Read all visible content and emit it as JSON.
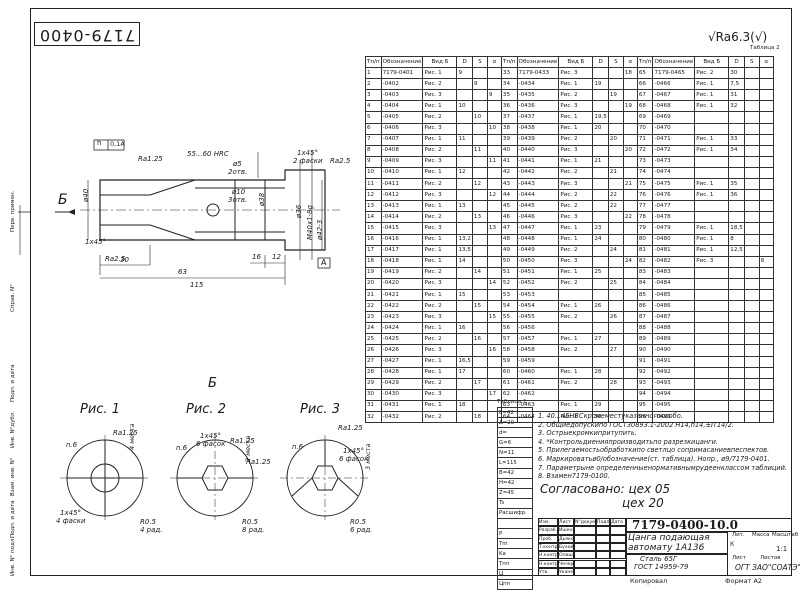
{
  "corner_stamp": "7179-0400",
  "roughness": {
    "symbol": "√",
    "value": "Ra6.3",
    "rest": "(√)"
  },
  "table_caption": "Таблица 2",
  "section_view": {
    "section_label": "Б",
    "section_marker": "A",
    "hardness_note": "55...60 HRC",
    "labels": {
      "tol_h": "h",
      "tol_box": "0,1A",
      "ra_top": "Ra1.25",
      "ra_right": "Ra2.5",
      "ra_left": "Ra2.5",
      "chamfer_top": "1x45°",
      "chamfer_top2": "2 фаски",
      "chamfer_left": "1x45°",
      "holes_top": "ø5",
      "holes_top2": "2отв.",
      "holes_mid": "ø10",
      "holes_mid2": "3отв.",
      "d_left": "ø40",
      "d_mid": "ø38",
      "d_mid2": "ø36",
      "d_thread": "M40x1-8g",
      "d_right": "ø42-3",
      "dim_30": "30",
      "dim_63": "63",
      "dim_115": "115",
      "dim_16": "16",
      "dim_12": "12"
    }
  },
  "figures_caption": "Б",
  "figures": [
    {
      "title": "Рис. 1",
      "ra": "Ra1.25",
      "n": "n.6",
      "chamfer": "1x45°",
      "chamfer2": "4 фаски",
      "r": "R0.5",
      "r2": "4 рад.",
      "count": "4 места"
    },
    {
      "title": "Рис. 2",
      "ra": "Ra1.25",
      "ra2": "Ra1.25",
      "n": "n.6",
      "chamfer": "1x45°",
      "chamfer2": "6 фасок",
      "r": "R0.5",
      "r2": "8 рад.",
      "count": "2 места"
    },
    {
      "title": "Рис. 3",
      "ra": "Ra1.25",
      "n": "n.6",
      "chamfer": "1x45°",
      "chamfer2": "6 фасок",
      "r": "R0.5",
      "r2": "6 рад.",
      "count": "3 места"
    }
  ],
  "spec_headers": [
    "Ƭп/п",
    "Обозначение",
    "Вид Б",
    "D",
    "S",
    "α"
  ],
  "spec_rows": [
    [
      "1",
      "7179-0401",
      "Рис. 1",
      "9",
      "",
      ""
    ],
    [
      "2",
      "-0402",
      "Рис. 2",
      "",
      "9",
      ""
    ],
    [
      "3",
      "-0403",
      "Рис. 3",
      "",
      "",
      "9"
    ],
    [
      "4",
      "-0404",
      "Рис. 1",
      "10",
      "",
      ""
    ],
    [
      "5",
      "-0405",
      "Рис. 2",
      "",
      "10",
      ""
    ],
    [
      "6",
      "-0406",
      "Рис. 3",
      "",
      "",
      "10"
    ],
    [
      "7",
      "-0407",
      "Рис. 1",
      "11",
      "",
      ""
    ],
    [
      "8",
      "-0408",
      "Рис. 2",
      "",
      "11",
      ""
    ],
    [
      "9",
      "-0409",
      "Рис. 3",
      "",
      "",
      "11"
    ],
    [
      "10",
      "-0410",
      "Рис. 1",
      "12",
      "",
      ""
    ],
    [
      "11",
      "-0411",
      "Рис. 2",
      "",
      "12",
      ""
    ],
    [
      "12",
      "-0412",
      "Рис. 3",
      "",
      "",
      "12"
    ],
    [
      "13",
      "-0413",
      "Рис. 1",
      "13",
      "",
      ""
    ],
    [
      "14",
      "-0414",
      "Рис. 2",
      "",
      "13",
      ""
    ],
    [
      "15",
      "-0415",
      "Рис. 3",
      "",
      "",
      "13"
    ],
    [
      "16",
      "-0416",
      "Рис. 1",
      "13,2",
      "",
      ""
    ],
    [
      "17",
      "-0417",
      "Рис. 1",
      "13,5",
      "",
      ""
    ],
    [
      "18",
      "-0418",
      "Рис. 1",
      "14",
      "",
      ""
    ],
    [
      "19",
      "-0419",
      "Рис. 2",
      "",
      "14",
      ""
    ],
    [
      "20",
      "-0420",
      "Рис. 3",
      "",
      "",
      "14"
    ],
    [
      "21",
      "-0421",
      "Рис. 1",
      "15",
      "",
      ""
    ],
    [
      "22",
      "-0422",
      "Рис. 2",
      "",
      "15",
      ""
    ],
    [
      "23",
      "-0423",
      "Рис. 3",
      "",
      "",
      "15"
    ],
    [
      "24",
      "-0424",
      "Рис. 1",
      "16",
      "",
      ""
    ],
    [
      "25",
      "-0425",
      "Рис. 2",
      "",
      "16",
      ""
    ],
    [
      "26",
      "-0426",
      "Рис. 3",
      "",
      "",
      "16"
    ],
    [
      "27",
      "-0427",
      "Рис. 1",
      "16,5",
      "",
      ""
    ],
    [
      "28",
      "-0428",
      "Рис. 1",
      "17",
      "",
      ""
    ],
    [
      "29",
      "-0429",
      "Рис. 2",
      "",
      "17",
      ""
    ],
    [
      "30",
      "-0430",
      "Рис. 3",
      "",
      "",
      "17"
    ],
    [
      "31",
      "-0431",
      "Рис. 1",
      "18",
      "",
      ""
    ],
    [
      "32",
      "-0432",
      "Рис. 2",
      "",
      "18",
      ""
    ]
  ],
  "spec_rows_2": [
    [
      "33",
      "7179-0433",
      "Рис. 3",
      "",
      "",
      "18"
    ],
    [
      "34",
      "-0434",
      "Рис. 1",
      "19",
      "",
      ""
    ],
    [
      "35",
      "-0435",
      "Рис. 2",
      "",
      "19",
      ""
    ],
    [
      "36",
      "-0436",
      "Рис. 3",
      "",
      "",
      "19"
    ],
    [
      "37",
      "-0437",
      "Рис. 1",
      "19,5",
      "",
      ""
    ],
    [
      "38",
      "-0438",
      "Рис. 1",
      "20",
      "",
      ""
    ],
    [
      "39",
      "-0439",
      "Рис. 2",
      "",
      "20",
      ""
    ],
    [
      "40",
      "-0440",
      "Рис. 3",
      "",
      "",
      "20"
    ],
    [
      "41",
      "-0441",
      "Рис. 1",
      "21",
      "",
      ""
    ],
    [
      "42",
      "-0442",
      "Рис. 2",
      "",
      "21",
      ""
    ],
    [
      "43",
      "-0443",
      "Рис. 3",
      "",
      "",
      "21"
    ],
    [
      "44",
      "-0444",
      "Рис. 2",
      "",
      "22",
      ""
    ],
    [
      "45",
      "-0445",
      "Рис. 2",
      "",
      "22",
      ""
    ],
    [
      "46",
      "-0446",
      "Рис. 3",
      "",
      "",
      "22"
    ],
    [
      "47",
      "-0447",
      "Рис. 1",
      "23",
      "",
      ""
    ],
    [
      "48",
      "-0448",
      "Рис. 1",
      "24",
      "",
      ""
    ],
    [
      "49",
      "-0449",
      "Рис. 2",
      "",
      "24",
      ""
    ],
    [
      "50",
      "-0450",
      "Рис. 3",
      "",
      "",
      "24"
    ],
    [
      "51",
      "-0451",
      "Рис. 1",
      "25",
      "",
      ""
    ],
    [
      "52",
      "-0452",
      "Рис. 2",
      "",
      "25",
      ""
    ],
    [
      "53",
      "-0453",
      "",
      "",
      "",
      ""
    ],
    [
      "54",
      "-0454",
      "Рис. 1",
      "26",
      "",
      ""
    ],
    [
      "55",
      "-0455",
      "Рис. 2",
      "",
      "26",
      ""
    ],
    [
      "56",
      "-0456",
      "",
      "",
      "",
      ""
    ],
    [
      "57",
      "-0457",
      "Рис. 1",
      "27",
      "",
      ""
    ],
    [
      "58",
      "-0458",
      "Рис. 2",
      "",
      "27",
      ""
    ],
    [
      "59",
      "-0459",
      "",
      "",
      "",
      ""
    ],
    [
      "60",
      "-0460",
      "Рис. 1",
      "28",
      "",
      ""
    ],
    [
      "61",
      "-0461",
      "Рис. 2",
      "",
      "28",
      ""
    ],
    [
      "62",
      "-0462",
      "",
      "",
      "",
      ""
    ],
    [
      "63",
      "-0463",
      "Рис. 1",
      "29",
      "",
      ""
    ],
    [
      "64",
      "-0464",
      "Рис. 1",
      "30",
      "",
      ""
    ]
  ],
  "spec_rows_3": [
    [
      "65",
      "7179-0465",
      "Рис. 2",
      "30",
      "",
      ""
    ],
    [
      "66",
      "-0466",
      "Рис. 1",
      "7,5",
      "",
      ""
    ],
    [
      "67",
      "-0467",
      "Рис. 1",
      "31",
      "",
      ""
    ],
    [
      "68",
      "-0468",
      "Рис. 1",
      "32",
      "",
      ""
    ],
    [
      "69",
      "-0469",
      "",
      "",
      "",
      ""
    ],
    [
      "70",
      "-0470",
      "",
      "",
      "",
      ""
    ],
    [
      "71",
      "-0471",
      "Рис. 1",
      "33",
      "",
      ""
    ],
    [
      "72",
      "-0472",
      "Рис. 1",
      "34",
      "",
      ""
    ],
    [
      "73",
      "-0473",
      "",
      "",
      "",
      ""
    ],
    [
      "74",
      "-0474",
      "",
      "",
      "",
      ""
    ],
    [
      "75",
      "-0475",
      "Рис. 1",
      "35",
      "",
      ""
    ],
    [
      "76",
      "-0476",
      "Рис. 1",
      "36",
      "",
      ""
    ],
    [
      "77",
      "-0477",
      "",
      "",
      "",
      ""
    ],
    [
      "78",
      "-0478",
      "",
      "",
      "",
      ""
    ],
    [
      "79",
      "-0479",
      "Рис. 1",
      "18,5",
      "",
      ""
    ],
    [
      "80",
      "-0480",
      "Рис. 1",
      "8",
      "",
      ""
    ],
    [
      "81",
      "-0481",
      "Рис. 1",
      "12,5",
      "",
      ""
    ],
    [
      "82",
      "-0482",
      "Рис. 3",
      "",
      "",
      "8"
    ],
    [
      "83",
      "-0483",
      "",
      "",
      "",
      ""
    ],
    [
      "84",
      "-0484",
      "",
      "",
      "",
      ""
    ],
    [
      "85",
      "-0485",
      "",
      "",
      "",
      ""
    ],
    [
      "86",
      "-0486",
      "",
      "",
      "",
      ""
    ],
    [
      "87",
      "-0487",
      "",
      "",
      "",
      ""
    ],
    [
      "88",
      "-0488",
      "",
      "",
      "",
      ""
    ],
    [
      "89",
      "-0489",
      "",
      "",
      "",
      ""
    ],
    [
      "90",
      "-0490",
      "",
      "",
      "",
      ""
    ],
    [
      "91",
      "-0491",
      "",
      "",
      "",
      ""
    ],
    [
      "92",
      "-0492",
      "",
      "",
      "",
      ""
    ],
    [
      "93",
      "-0493",
      "",
      "",
      "",
      ""
    ],
    [
      "94",
      "-0494",
      "",
      "",
      "",
      ""
    ],
    [
      "95",
      "-0495",
      "",
      "",
      "",
      ""
    ],
    [
      "96",
      "-0496",
      "",
      "",
      "",
      ""
    ]
  ],
  "small_table": {
    "caption": "Таблица 1",
    "rows": [
      "E=42",
      "Δ=20",
      "d=",
      "G=6",
      "N=11",
      "L=115",
      "B=42",
      "H=42",
      "Z=45",
      "Ts",
      "Расшифр.",
      "",
      "P",
      "Tm",
      "Ka",
      "Tпп",
      "Ц",
      "Цпп"
    ]
  },
  "notes": [
    "1. 40...45HRCкромеместуказанногоособо.",
    "2. Общиедопускипо ГОСТ30893.1-2002 H14,h14,±IT14/2.",
    "3. Острыекромкипритупить.",
    "4. *Контрольдиенияпроизводитьпо разрезкицанги.",
    "5. Прилегаемостьобработкипо светлцо сопримасаниевпеспектов.",
    "6. Маркироватьø0/обозначение(ст. таблица). Нопр., ø9/7179-0401.",
    "7. Параметрыне определенныенормативнымрудеенклассом таблиций.",
    "8. Взамен7179-0100."
  ],
  "agreement": {
    "line1": "Согласовано: цех 05",
    "line2": "цех 20"
  },
  "title_block": {
    "designation": "7179-0400-10.0",
    "name": "Цанга подающая автомату 1А136",
    "material": "Сталь 65Г",
    "material_std": "ГОСТ 14959-79",
    "org": "ОГТ ЗАО\"СОАТЭ\"",
    "lit": "Лит.",
    "mass": "Масса",
    "scale": "Масштаб",
    "scale_value": "1:1",
    "k": "К",
    "sheet": "Лист",
    "sheets": "Листов",
    "rows": [
      [
        "Изм.",
        "Лист",
        "N°докум.",
        "Подп.",
        "Дата"
      ],
      [
        "Разраб.",
        "Ишенко С.",
        "",
        "",
        ""
      ],
      [
        "Проб.",
        "Дьяков",
        "",
        "",
        ""
      ],
      [
        "Т.контр.",
        "Бухой",
        "",
        "",
        ""
      ],
      [
        "Н.контр.",
        "Олишко",
        "",
        "",
        ""
      ],
      [
        "Н.контр.",
        "Чечерова",
        "",
        "",
        ""
      ],
      [
        "Утв.",
        "Уканев",
        "",
        "",
        ""
      ]
    ],
    "copied": "Копировал",
    "format": "Формат А2"
  },
  "side_labels": [
    "Перв. примен.",
    "Справ. N°",
    "Подп. и дата",
    "Инв. N°дубл.",
    "Взам. инв. N°",
    "Подп. и дата",
    "Инв. N° подл."
  ]
}
